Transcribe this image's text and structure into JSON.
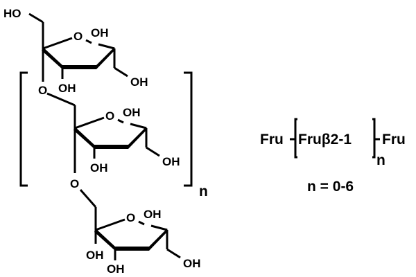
{
  "structure": {
    "unit_top": {
      "ho_ch2": "HO",
      "ring_o": "O",
      "anomeric_oh": "OH",
      "c3_oh": "OH",
      "c4_ch2oh": "OH",
      "link_o": "O"
    },
    "unit_middle": {
      "ring_o": "O",
      "anomeric_oh": "OH",
      "c3_oh": "OH",
      "c4_ch2oh": "OH",
      "link_o": "O"
    },
    "unit_bottom": {
      "ring_o": "O",
      "anomeric_oh": "OH",
      "c2_oh": "OH",
      "c3_oh": "OH",
      "c4_ch2oh": "OH"
    },
    "repeat_label": "n"
  },
  "formula": {
    "left": "Fru",
    "repeat": "Fruβ2-1",
    "right": "Fru",
    "repeat_label": "n",
    "range": "n = 0-6"
  }
}
